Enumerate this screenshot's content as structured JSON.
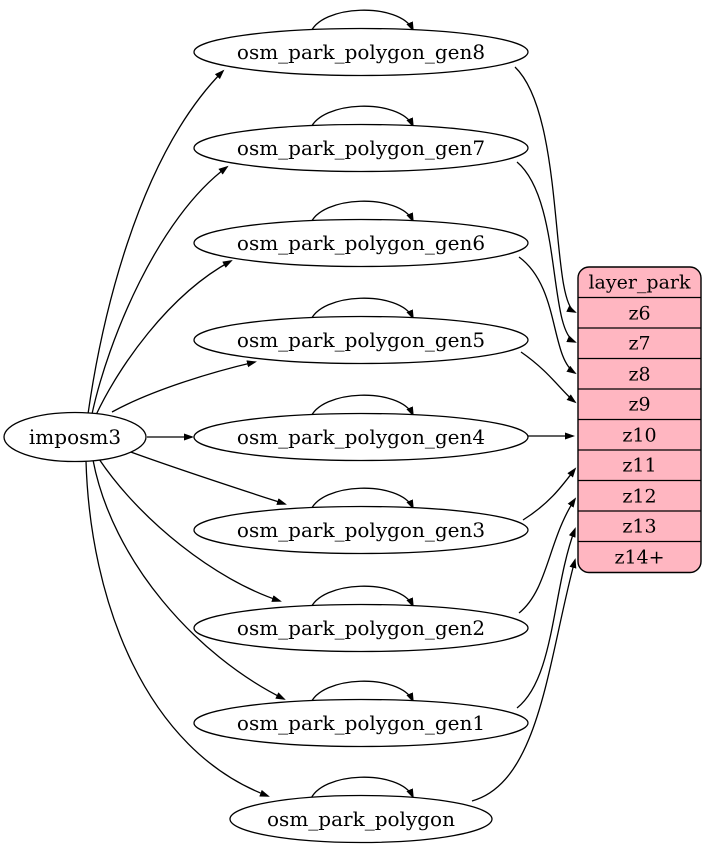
{
  "diagram": {
    "source": "imposm3",
    "tables": [
      "osm_park_polygon_gen8",
      "osm_park_polygon_gen7",
      "osm_park_polygon_gen6",
      "osm_park_polygon_gen5",
      "osm_park_polygon_gen4",
      "osm_park_polygon_gen3",
      "osm_park_polygon_gen2",
      "osm_park_polygon_gen1",
      "osm_park_polygon"
    ],
    "layer_table": {
      "header": "layer_park",
      "rows": [
        "z6",
        "z7",
        "z8",
        "z9",
        "z10",
        "z11",
        "z12",
        "z13",
        "z14+"
      ],
      "fill": "#ffb6c1"
    },
    "colors": {
      "node_fill": "#ffffff",
      "stroke": "#000000",
      "layer_fill": "#ffb6c1"
    },
    "edges": [
      {
        "from": "imposm3",
        "to": "osm_park_polygon_gen8"
      },
      {
        "from": "imposm3",
        "to": "osm_park_polygon_gen7"
      },
      {
        "from": "imposm3",
        "to": "osm_park_polygon_gen6"
      },
      {
        "from": "imposm3",
        "to": "osm_park_polygon_gen5"
      },
      {
        "from": "imposm3",
        "to": "osm_park_polygon_gen4"
      },
      {
        "from": "imposm3",
        "to": "osm_park_polygon_gen3"
      },
      {
        "from": "imposm3",
        "to": "osm_park_polygon_gen2"
      },
      {
        "from": "imposm3",
        "to": "osm_park_polygon_gen1"
      },
      {
        "from": "imposm3",
        "to": "osm_park_polygon"
      },
      {
        "from": "osm_park_polygon_gen8",
        "to": "osm_park_polygon_gen8"
      },
      {
        "from": "osm_park_polygon_gen7",
        "to": "osm_park_polygon_gen7"
      },
      {
        "from": "osm_park_polygon_gen6",
        "to": "osm_park_polygon_gen6"
      },
      {
        "from": "osm_park_polygon_gen5",
        "to": "osm_park_polygon_gen5"
      },
      {
        "from": "osm_park_polygon_gen4",
        "to": "osm_park_polygon_gen4"
      },
      {
        "from": "osm_park_polygon_gen3",
        "to": "osm_park_polygon_gen3"
      },
      {
        "from": "osm_park_polygon_gen2",
        "to": "osm_park_polygon_gen2"
      },
      {
        "from": "osm_park_polygon_gen1",
        "to": "osm_park_polygon_gen1"
      },
      {
        "from": "osm_park_polygon",
        "to": "osm_park_polygon"
      },
      {
        "from": "osm_park_polygon_gen8",
        "to": "z6"
      },
      {
        "from": "osm_park_polygon_gen7",
        "to": "z7"
      },
      {
        "from": "osm_park_polygon_gen6",
        "to": "z8"
      },
      {
        "from": "osm_park_polygon_gen5",
        "to": "z9"
      },
      {
        "from": "osm_park_polygon_gen4",
        "to": "z10"
      },
      {
        "from": "osm_park_polygon_gen3",
        "to": "z11"
      },
      {
        "from": "osm_park_polygon_gen2",
        "to": "z12"
      },
      {
        "from": "osm_park_polygon_gen1",
        "to": "z13"
      },
      {
        "from": "osm_park_polygon",
        "to": "z14+"
      }
    ]
  }
}
